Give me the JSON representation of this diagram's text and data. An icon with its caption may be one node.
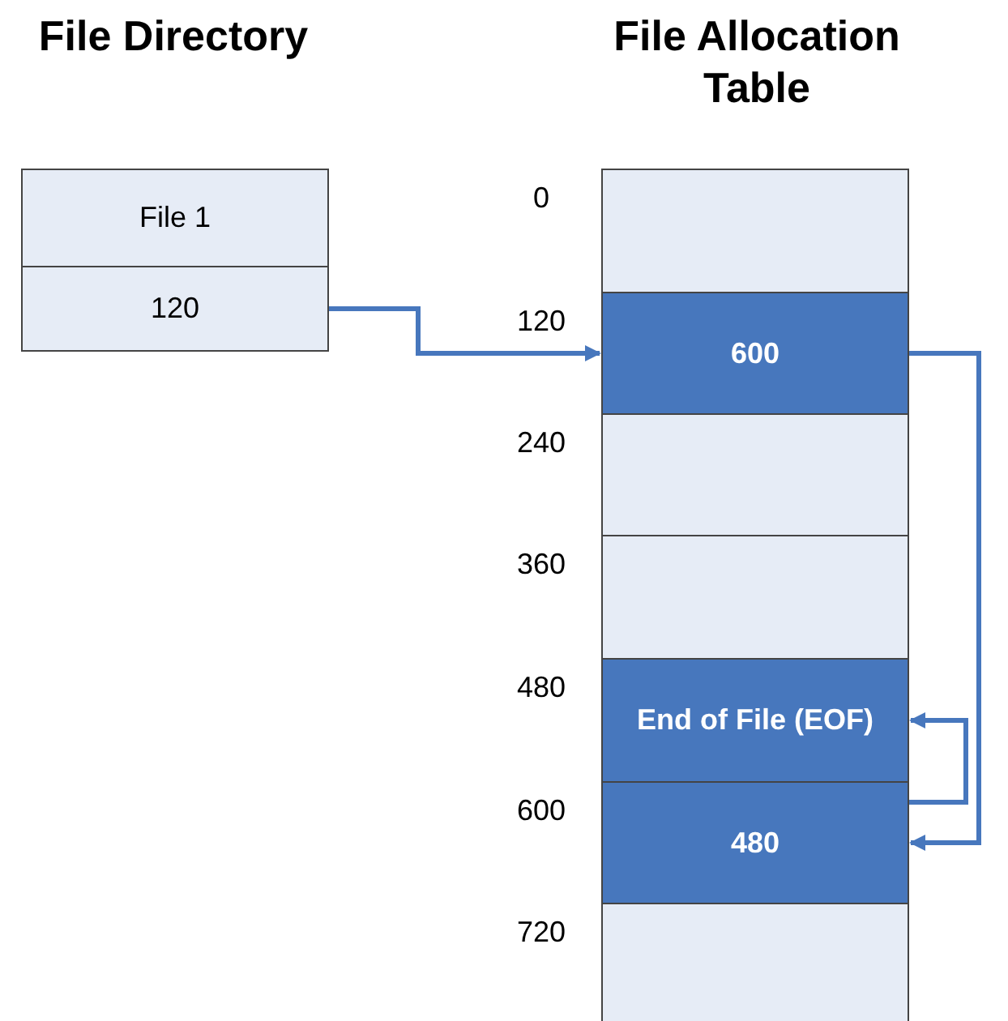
{
  "diagram": {
    "nodes": [
      {
        "text": [
          "File 1"
        ]
      },
      {
        "text": [
          "120"
        ]
      },
      {
        "text": [],
        "shape": "box",
        "beside": [
          "0"
        ]
      },
      {
        "text": [
          "600"
        ],
        "beside": [
          "120"
        ]
      },
      {
        "text": [],
        "shape": "box",
        "beside": [
          "240"
        ]
      },
      {
        "text": [],
        "shape": "box",
        "beside": [
          "360"
        ]
      },
      {
        "text": [
          "End of File (EOF)"
        ],
        "beside": [
          "480"
        ]
      },
      {
        "text": [
          "480"
        ],
        "beside": [
          "600"
        ]
      },
      {
        "text": [],
        "shape": "box",
        "beside": [
          "720"
        ]
      }
    ],
    "edges": [
      {
        "from": 1,
        "to": 3,
        "arrow": "to"
      },
      {
        "from": 3,
        "to": 7,
        "arrow": "to"
      },
      {
        "from": 7,
        "to": 6,
        "arrow": "to"
      }
    ],
    "labels": [
      "File Directory",
      "File Allocation Table"
    ]
  }
}
